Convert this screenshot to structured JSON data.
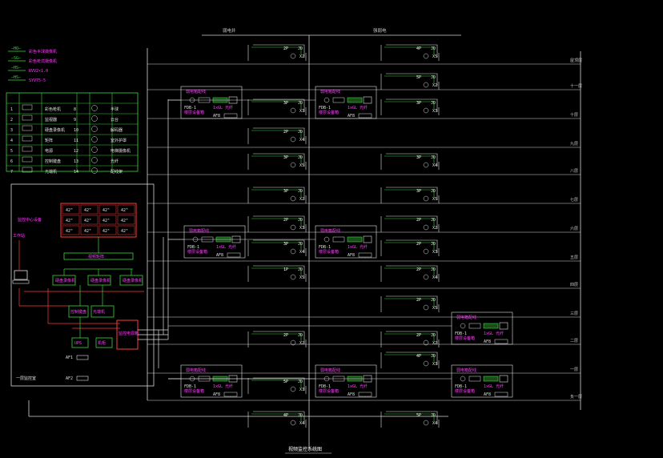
{
  "header": {
    "left_label": "弱电井",
    "right_label": "强弱电"
  },
  "footer": {
    "title": "视频监控系统图"
  },
  "legend_lines": [
    {
      "code": "—HO—",
      "desc": "彩色半球摄像机"
    },
    {
      "code": "—SG—",
      "desc": "彩色枪式摄像机"
    },
    {
      "code": "—HS—",
      "desc": "RVV2×1.0"
    },
    {
      "code": "—HS—",
      "desc": "SYV75-5"
    }
  ],
  "symbol_table": {
    "rows": [
      [
        "1",
        "彩色枪机"
      ],
      [
        "2",
        "监视器"
      ],
      [
        "3",
        "硬盘录像机"
      ],
      [
        "4",
        "矩阵"
      ],
      [
        "5",
        "电源"
      ],
      [
        "6",
        "控制键盘"
      ],
      [
        "7",
        "光端机"
      ]
    ],
    "rows_right": [
      [
        "8",
        "半球"
      ],
      [
        "9",
        "云台"
      ],
      [
        "10",
        "解码器"
      ],
      [
        "11",
        "室外护罩"
      ],
      [
        "12",
        "电梯摄像机"
      ],
      [
        "13",
        "光纤"
      ],
      [
        "14",
        "配线架"
      ]
    ]
  },
  "control_room": {
    "title": "监控中心设备",
    "workstation": "工作站",
    "monitor_cells": [
      "42\"",
      "42\"",
      "42\"",
      "42\"",
      "42\"",
      "42\"",
      "42\"",
      "42\"",
      "42\"",
      "42\"",
      "42\"",
      "42\""
    ],
    "matrix": "视频矩阵",
    "dvr_labels": [
      "硬盘录像机",
      "硬盘录像机",
      "硬盘录像机"
    ],
    "keyboard": "控制键盘",
    "optical": "光端机",
    "ups": "UPS",
    "cabinet_note": "机柜",
    "power_box": "监控电源箱",
    "room_label": "一层监控室",
    "af1": "AF1",
    "af2": "AF2"
  },
  "panel": {
    "title": "弱电箱配线",
    "line2": "1xGL 光纤",
    "line3": "楼层设备箱",
    "note": "FDB-1",
    "af": "AF8"
  },
  "cameras": [
    "2P",
    "3P",
    "2P",
    "3P",
    "3P",
    "2P",
    "3P",
    "1P",
    "2P",
    "5P",
    "4P",
    "4P",
    "5P",
    "3P",
    "3P",
    "3P",
    "2P",
    "2P",
    "2P",
    "2P",
    "2P",
    "4P",
    "5P"
  ],
  "camera_tags": [
    "JD",
    "X2",
    "X3",
    "X4",
    "X5"
  ],
  "floors": [
    "屋顶层",
    "十一层",
    "十层",
    "九层",
    "八层",
    "七层",
    "六层",
    "五层",
    "四层",
    "三层",
    "二层",
    "一层",
    "负一层"
  ]
}
